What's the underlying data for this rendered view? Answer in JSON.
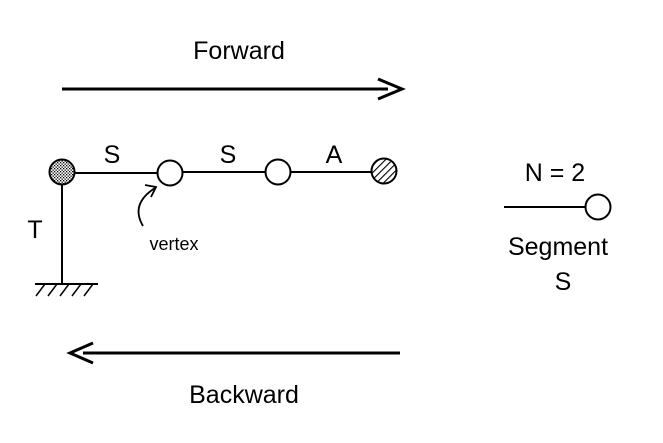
{
  "direction_labels": {
    "forward": "Forward",
    "backward": "Backward"
  },
  "chain": {
    "base_joint_label": "T",
    "segment_labels": [
      "S",
      "S",
      "A"
    ],
    "vertex_annotation": "vertex"
  },
  "legend": {
    "n_label": "N = 2",
    "segment_label_line1": "Segment",
    "segment_label_line2": "S"
  },
  "colors": {
    "stroke": "#000000",
    "background": "#ffffff",
    "fixed_joint_fill": "stipple-gray",
    "end_effector_fill": "hatched"
  }
}
